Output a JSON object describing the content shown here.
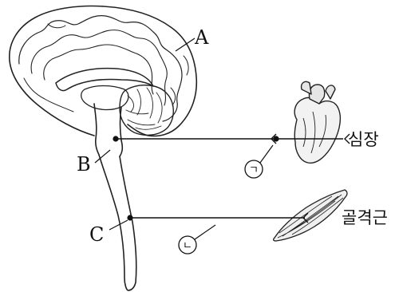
{
  "labels": {
    "A": "A",
    "B": "B",
    "C": "C",
    "circle_1": "ㄱ",
    "circle_2": "ㄴ",
    "heart": "심장",
    "skeletal_muscle": "골격근"
  }
}
